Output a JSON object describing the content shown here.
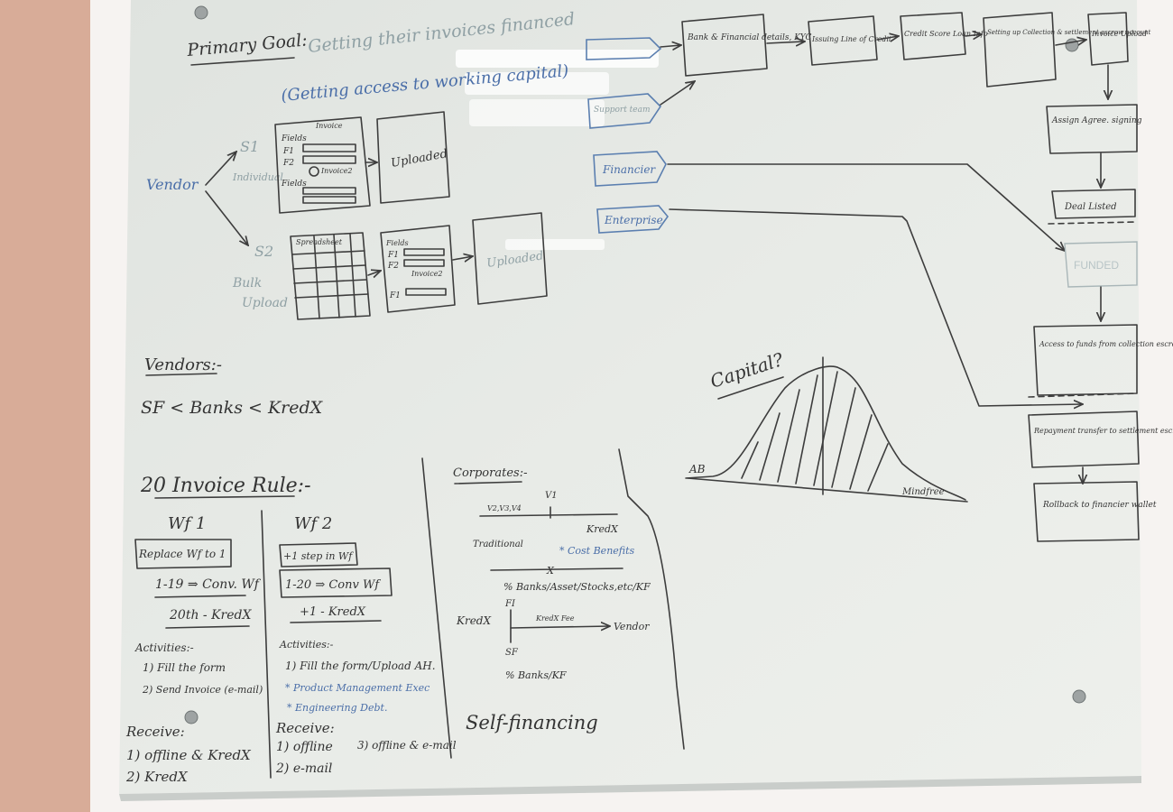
{
  "board": {
    "goal": {
      "title": "Primary Goal:",
      "line1": "Getting their invoices financed",
      "line2": "(Getting access to working capital)"
    },
    "flow": {
      "vendor": "Vendor",
      "s1": "S1",
      "s1_note": "Individual",
      "s2": "S2",
      "s2_note1": "Bulk",
      "s2_note2": "Upload",
      "form_invoice": "Invoice",
      "form_invoice2": "Invoice2",
      "form_fields": "Fields",
      "form_f1": "F1",
      "form_f2": "F2",
      "uploaded": "Uploaded",
      "uploaded2": "Uploaded",
      "spreadsheet": "Spreadsheet",
      "financier": "Financier",
      "enterprise": "Enterprise",
      "support": "Support team"
    },
    "pipeline": {
      "bank": "Bank & Financial details, KYC",
      "limit": "Issuing Line of Credit",
      "credit": "Credit Score Loan Info",
      "escrow": "Setting up Collection & settlement escrow account",
      "invoice_upload": "Invoice Upload",
      "assign": "Assign Agree. signing",
      "deal": "Deal Listed",
      "funded": "FUNDED",
      "access": "Access to funds from collection escrow",
      "repay": "Repayment transfer to settlement escrow",
      "rollback": "Rollback to financier wallet"
    },
    "vendors": {
      "title": "Vendors:-",
      "ranking": "SF < Banks < KredX"
    },
    "capital": {
      "label": "Capital?",
      "ab": "AB",
      "mindfree": "Mindfree"
    },
    "invoice_rule": {
      "title": "20 Invoice Rule:-",
      "wf1": {
        "title": "Wf 1",
        "box": "Replace Wf to 1",
        "line1": "1-19 ⇒ Conv. Wf",
        "line2": "20th - KredX",
        "activities": "Activities:-",
        "act1": "1) Fill the form",
        "act2": "2) Send Invoice (e-mail)"
      },
      "wf2": {
        "title": "Wf 2",
        "box1": "+1 step in Wf",
        "box2": "1-20 ⇒ Conv Wf",
        "line": "+1 - KredX",
        "activities": "Activities:-",
        "act1": "1) Fill the form/Upload AH.",
        "note1": "* Product Management Exec",
        "note2": "* Engineering Debt."
      },
      "receive1": {
        "title": "Receive:",
        "item1": "1) offline & KredX",
        "item2": "2) KredX"
      },
      "receive2": {
        "title": "Receive:",
        "item1": "1) offline",
        "item3": "3) offline & e-mail",
        "item2": "2) e-mail"
      }
    },
    "corporates": {
      "title": "Corporates:-",
      "v1": "V1",
      "vs": "V2,V3,V4",
      "traditional": "Traditional",
      "kredx": "KredX",
      "cost": "* Cost Benefits",
      "x": "X",
      "pct_line": "% Banks/Asset/Stocks,etc/KF",
      "fi": "FI",
      "kredx2": "KredX",
      "kredx_fee": "KredX Fee",
      "vendor": "Vendor",
      "sf": "SF",
      "pct_banks": "% Banks/KF",
      "self_financing": "Self-financing"
    }
  },
  "colors": {
    "wall": "#d8ac98",
    "board": "#e6e9e5",
    "ink": "#3d3d3d",
    "blue_ink": "#5b7fb0"
  }
}
